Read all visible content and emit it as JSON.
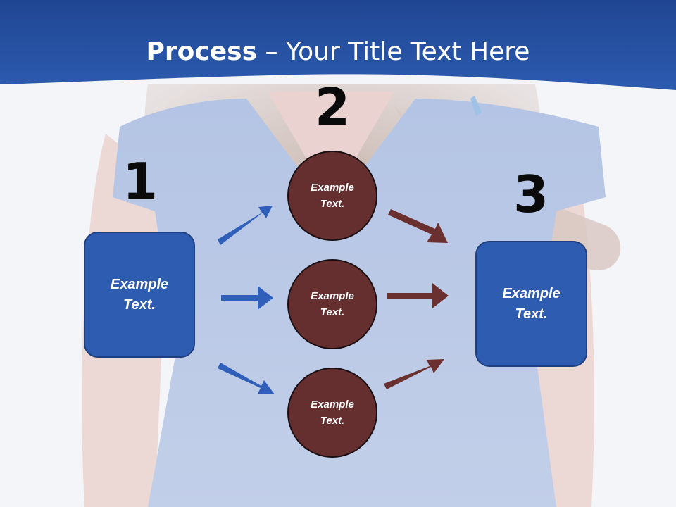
{
  "title": {
    "bold": "Process",
    "rest": " – Your Title Text Here"
  },
  "steps": {
    "one": "1",
    "two": "2",
    "three": "3"
  },
  "nodes": {
    "start": "Example Text.",
    "circle_top": "Example Text.",
    "circle_middle": "Example Text.",
    "circle_bottom": "Example Text.",
    "end": "Example Text."
  },
  "colors": {
    "header_blue": "#2a56a8",
    "box_blue": "#2e5cb0",
    "circle_brown": "#662f2f",
    "arrow_blue": "#2f5fb8",
    "arrow_brown": "#6a2f2f"
  }
}
